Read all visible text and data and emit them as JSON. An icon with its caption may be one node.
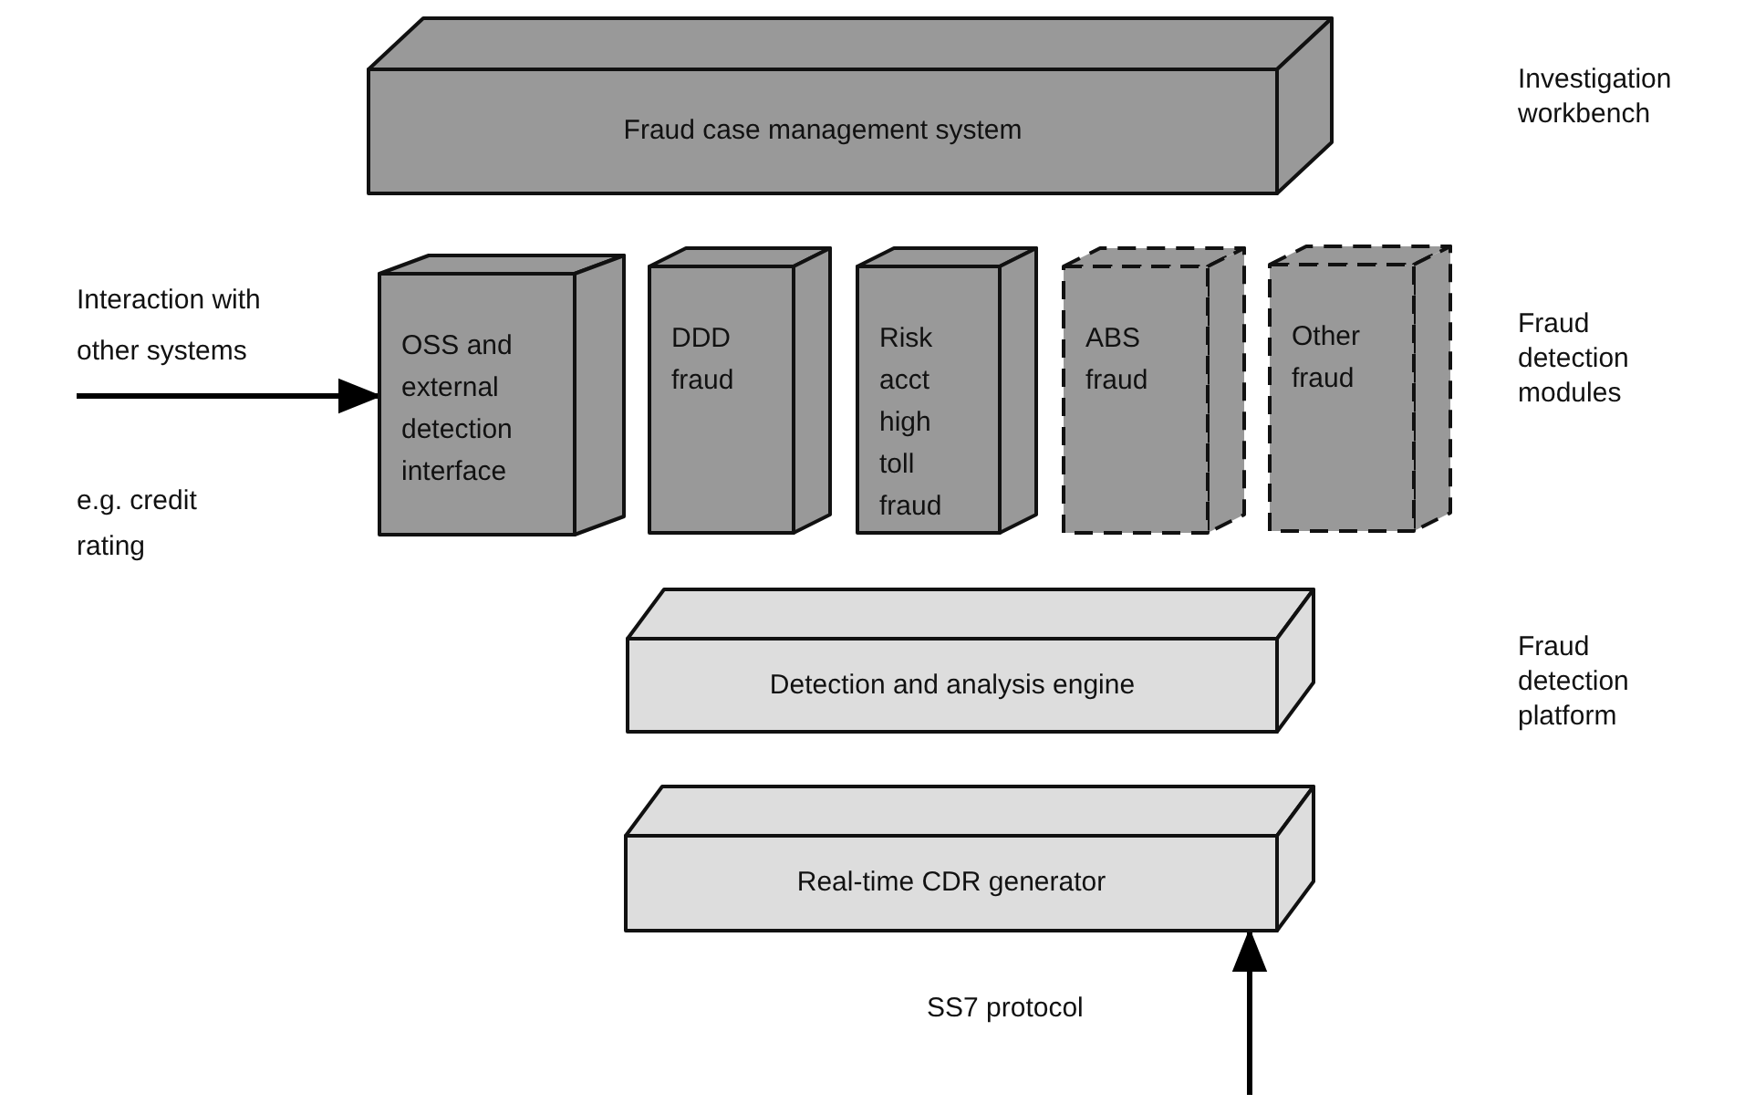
{
  "diagram": {
    "nodes": [
      {
        "text": [
          "Fraud case management system"
        ]
      },
      {
        "text": [
          "OSS and external detection interface"
        ]
      },
      {
        "text": [
          "DDD fraud"
        ]
      },
      {
        "text": [
          "Risk acct high toll fraud"
        ]
      },
      {
        "text": [
          "ABS fraud"
        ]
      },
      {
        "text": [
          "Other fraud"
        ]
      },
      {
        "text": [
          "Detection and analysis engine"
        ]
      },
      {
        "text": [
          "Real-time CDR generator"
        ]
      }
    ],
    "edges": [
      {
        "from": null,
        "to": 1,
        "arrow": "to"
      },
      {
        "from": null,
        "to": 7,
        "arrow": "to"
      }
    ],
    "labels": [
      "Investigation workbench",
      "Interaction with other systems",
      "Fraud detection modules",
      "e.g. credit rating",
      "Fraud detection platform",
      "SS7 protocol"
    ]
  }
}
